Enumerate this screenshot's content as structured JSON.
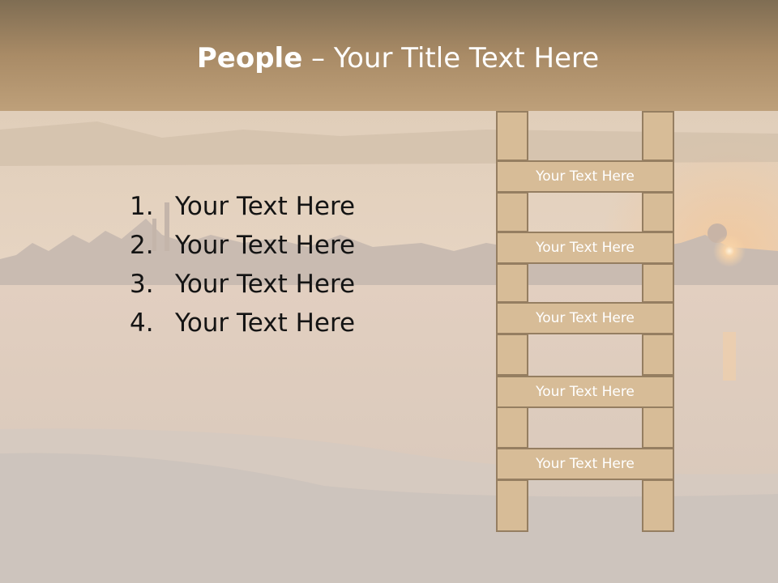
{
  "slide": {
    "title_bold": "People",
    "title_rest": " – Your Title Text Here"
  },
  "list": {
    "items": [
      {
        "number": "1.",
        "text": "Your Text Here"
      },
      {
        "number": "2.",
        "text": "Your Text Here"
      },
      {
        "number": "3.",
        "text": "Your Text Here"
      },
      {
        "number": "4.",
        "text": "Your Text Here"
      }
    ]
  },
  "ladder": {
    "rungs": [
      "Your Text Here",
      "Your Text Here",
      "Your Text Here",
      "Your Text Here",
      "Your Text Here"
    ]
  },
  "colors": {
    "title_bar": "#a98b66",
    "ladder_wood": "#d7bc97",
    "ladder_border": "#957e61"
  }
}
